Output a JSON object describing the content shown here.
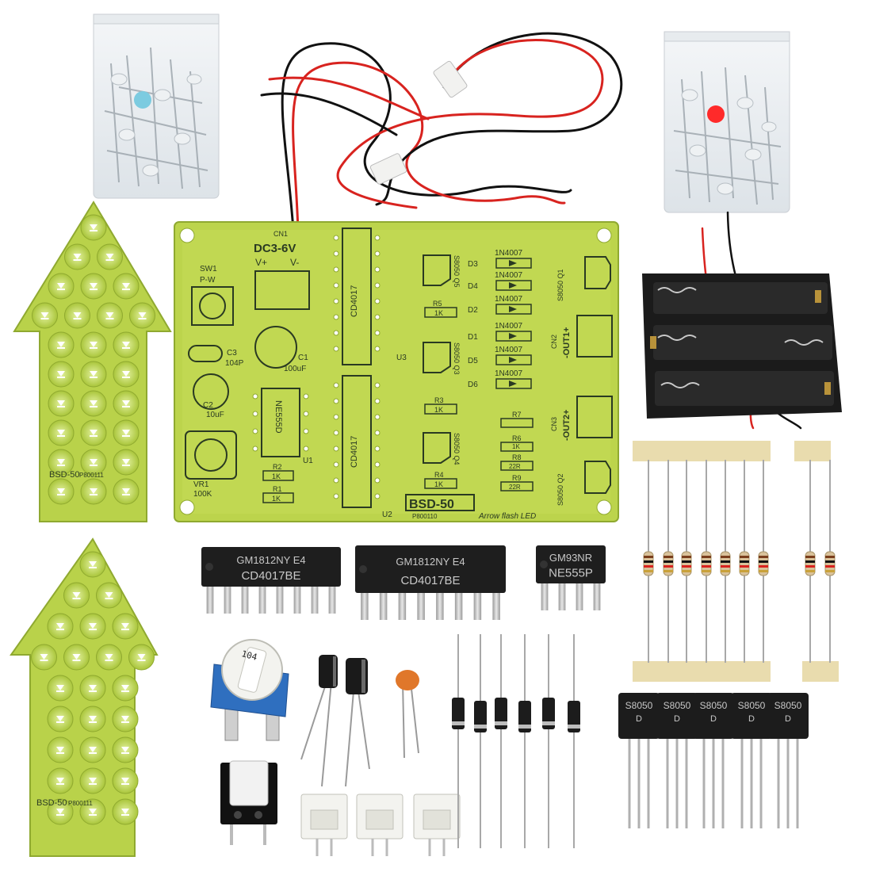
{
  "colors": {
    "pcb": "#b9d24a",
    "pcb_light": "#cfe36a",
    "pcb_dark": "#6f8a1e",
    "ic_body": "#1e1e1e",
    "wire_red": "#d8231f",
    "wire_black": "#111111",
    "led_blue": "#7ccbe0",
    "led_red": "#ff2a2a",
    "resistor_tape": "#e9dcae"
  },
  "board": {
    "connector": "CN1",
    "supply": "DC3-6V",
    "vplus": "V+",
    "vminus": "V-",
    "sw1": "SW1",
    "pw": "P-W",
    "c3": "C3",
    "c3_val": "104P",
    "c1": "C1",
    "c1_val": "100uF",
    "c2": "C2",
    "c2_val": "10uF",
    "vr1": "VR1",
    "vr1_val": "100K",
    "ne555": "NE555D",
    "u1": "U1",
    "r2": "R2",
    "r1": "R1",
    "r_1k": "1K",
    "cd4017_top": "CD4017",
    "cd4017_bottom": "CD4017",
    "u3": "U3",
    "u2": "U2",
    "q5": "S8050 Q5",
    "q3": "S8050 Q3",
    "q4": "S8050 Q4",
    "q1": "S8050 Q1",
    "q2": "S8050 Q2",
    "r5": "R5",
    "r3": "R3",
    "r4": "R4",
    "r7": "R7",
    "r6": "R6",
    "r8": "R8",
    "r9": "R9",
    "r_22r": "22R",
    "diode": "1N4007",
    "d_labels": [
      "D3",
      "D4",
      "D2",
      "D1",
      "D5",
      "D6"
    ],
    "cn2": "CN2",
    "out1": "-OUT1+",
    "cn3": "CN3",
    "out2": "-OUT2+",
    "model": "BSD-50",
    "part_no": "P800110",
    "subtitle": "Arrow flash LED"
  },
  "arrow_boards": {
    "model": "BSD-50",
    "part_no": "P800111"
  },
  "ics": [
    {
      "line1": "GM1812NY  E4",
      "line2": "CD4017BE"
    },
    {
      "line1": "GM1812NY  E4",
      "line2": "CD4017BE"
    },
    {
      "line1": "GM93NR",
      "line2": "NE555P"
    }
  ],
  "potentiometer_code": "104",
  "transistors": [
    {
      "label": "S8050",
      "sub": "D"
    },
    {
      "label": "S8050",
      "sub": "D"
    },
    {
      "label": "S8050",
      "sub": "D"
    },
    {
      "label": "S8050",
      "sub": "D"
    },
    {
      "label": "S8050",
      "sub": "D"
    }
  ]
}
